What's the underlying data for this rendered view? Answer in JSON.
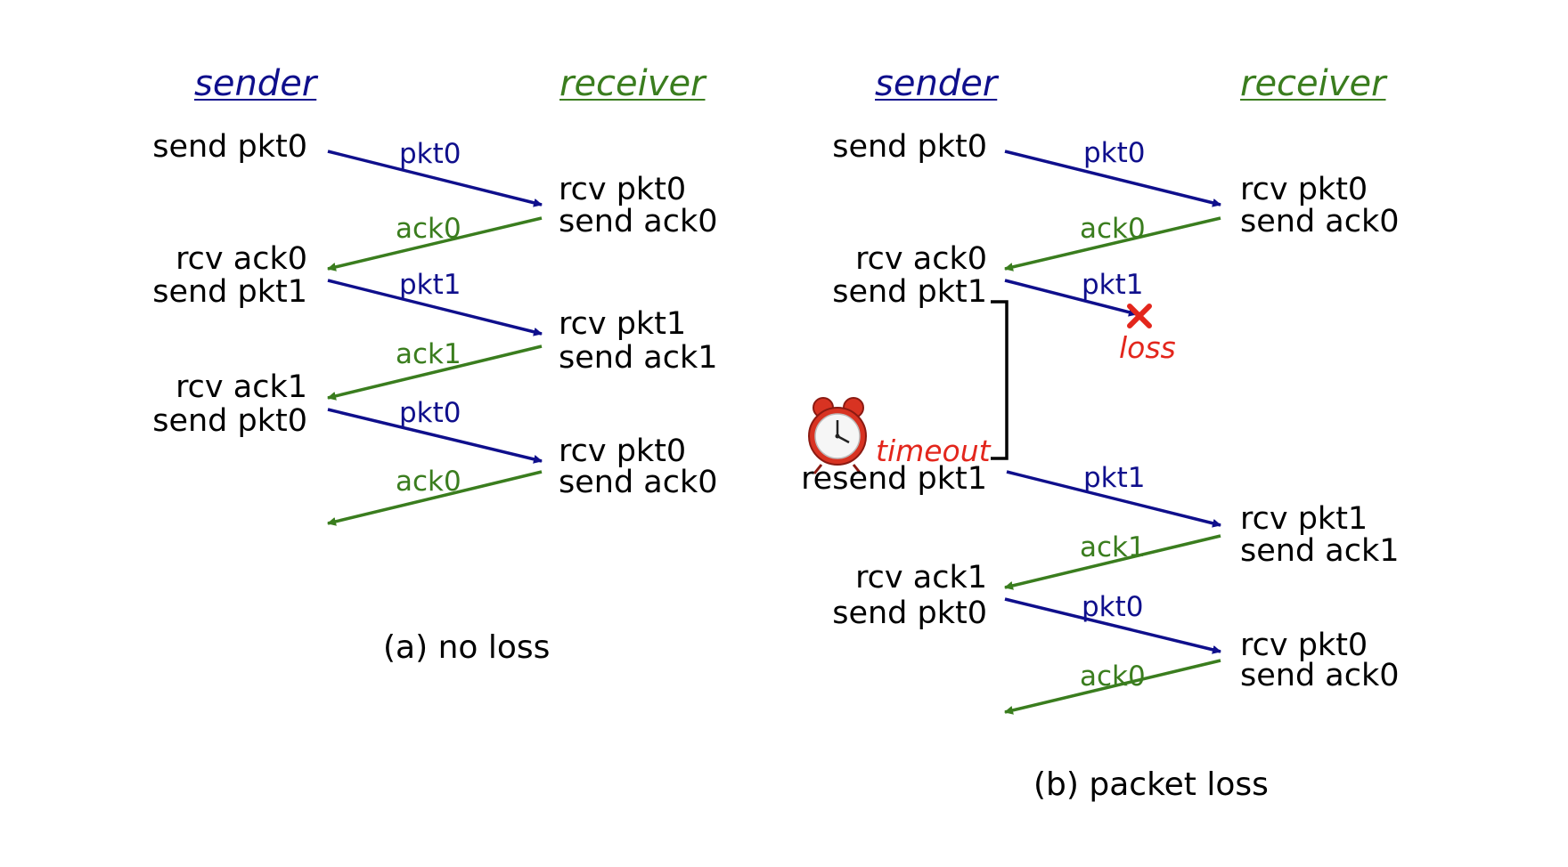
{
  "panel_a": {
    "sender_title": "sender",
    "receiver_title": "receiver",
    "sender_events": [
      "send pkt0",
      "rcv ack0",
      "send pkt1",
      "rcv ack1",
      "send pkt0"
    ],
    "receiver_events": [
      "rcv pkt0",
      "send ack0",
      "rcv pkt1",
      "send ack1",
      "rcv pkt0",
      "send ack0"
    ],
    "messages": [
      "pkt0",
      "ack0",
      "pkt1",
      "ack1",
      "pkt0",
      "ack0"
    ],
    "caption": "(a) no loss"
  },
  "panel_b": {
    "sender_title": "sender",
    "receiver_title": "receiver",
    "sender_events": [
      "send pkt0",
      "rcv ack0",
      "send pkt1",
      "resend pkt1",
      "rcv ack1",
      "send pkt0"
    ],
    "receiver_events": [
      "rcv pkt0",
      "send ack0",
      "rcv pkt1",
      "send ack1",
      "rcv pkt0",
      "send ack0"
    ],
    "messages": [
      "pkt0",
      "ack0",
      "pkt1",
      "pkt1",
      "ack1",
      "pkt0",
      "ack0"
    ],
    "loss_mark": "x",
    "loss_label": "loss",
    "timeout_label": "timeout",
    "caption": "(b) packet loss"
  },
  "colors": {
    "packet": "#0f0f8c",
    "ack": "#3a7d1e",
    "loss": "#e3261c"
  },
  "icons": [
    "alarm-clock-icon",
    "loss-x-icon"
  ]
}
